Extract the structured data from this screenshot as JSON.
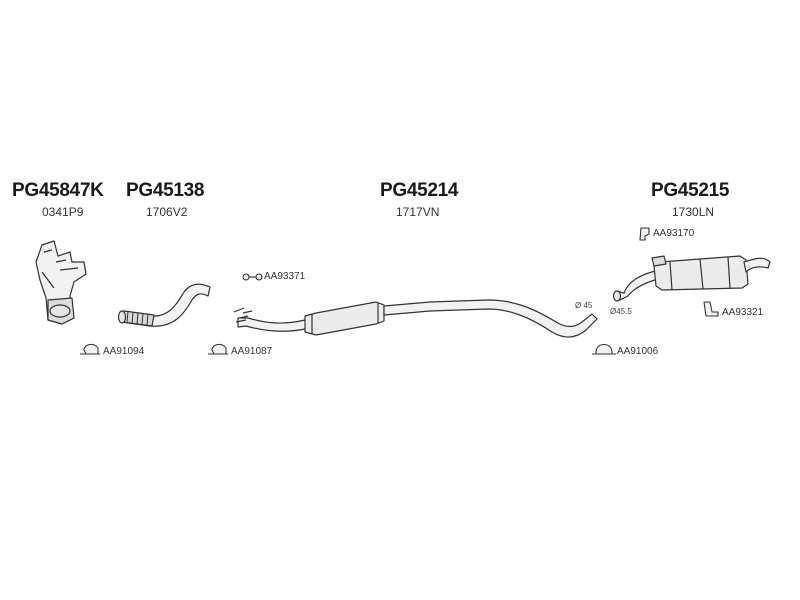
{
  "parts": [
    {
      "id": "p1",
      "number": "PG45847K",
      "code": "0341P9"
    },
    {
      "id": "p2",
      "number": "PG45138",
      "code": "1706V2"
    },
    {
      "id": "p3",
      "number": "PG45214",
      "code": "1717VN"
    },
    {
      "id": "p4",
      "number": "PG45215",
      "code": "1730LN"
    }
  ],
  "accessories": {
    "clamp_manifold": "AA91094",
    "clamp_front": "AA91087",
    "hanger_mid": "AA93371",
    "hanger_rear_top": "AA93170",
    "bracket_rear": "AA93321",
    "clamp_rear": "AA91006"
  },
  "dimensions": {
    "pipe_diameter": "Ø 45",
    "muffler_inlet_diameter": "Ø45.5"
  },
  "colors": {
    "line": "#333333",
    "fill": "#f4f4f4",
    "shade": "#d8d8d8"
  }
}
